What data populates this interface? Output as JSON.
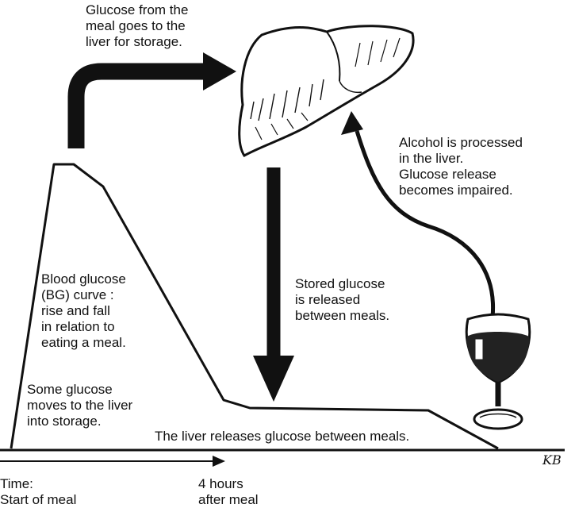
{
  "labels": {
    "meal_to_liver": [
      "Glucose from the",
      "meal goes to the",
      "liver for storage."
    ],
    "alcohol": [
      "Alcohol is processed",
      "in the liver.",
      "Glucose release",
      "becomes impaired."
    ],
    "bg_curve": [
      "Blood glucose",
      "(BG) curve :",
      "rise and fall",
      "in relation to",
      "eating a meal."
    ],
    "stored_glucose": [
      "Stored glucose",
      "is released",
      "between meals."
    ],
    "some_glucose": [
      "Some glucose",
      "moves to the liver",
      "into storage."
    ],
    "liver_releases": "The liver releases glucose between meals.",
    "time_start": [
      "Time:",
      "Start of meal"
    ],
    "time_end": [
      "4 hours",
      "after meal"
    ],
    "signature": "KB"
  },
  "colors": {
    "ink": "#111111",
    "wine": "#222222",
    "background": "#ffffff"
  },
  "icons": {
    "organ": "liver-icon",
    "drink": "wine-glass-icon"
  }
}
